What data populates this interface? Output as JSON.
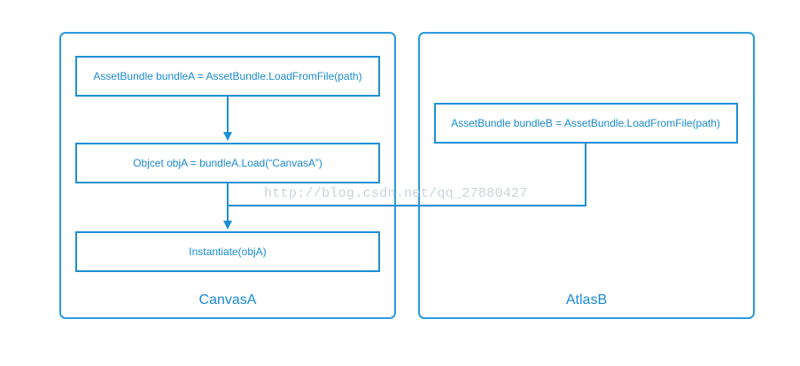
{
  "diagram": {
    "containers": [
      {
        "id": "canvas-a",
        "label": "CanvasA"
      },
      {
        "id": "atlas-b",
        "label": "AtlasB"
      }
    ],
    "nodes": [
      {
        "id": "load-bundle-a",
        "container": "canvas-a",
        "text": "AssetBundle bundleA = AssetBundle.LoadFromFile(path)"
      },
      {
        "id": "load-obj-a",
        "container": "canvas-a",
        "text": "Objcet objA = bundleA.Load(“CanvasA”)"
      },
      {
        "id": "instantiate",
        "container": "canvas-a",
        "text": "Instantiate(objA)"
      },
      {
        "id": "load-bundle-b",
        "container": "atlas-b",
        "text": "AssetBundle bundleB = AssetBundle.LoadFromFile(path)"
      }
    ],
    "edges": [
      {
        "from": "load-bundle-a",
        "to": "load-obj-a"
      },
      {
        "from": "load-obj-a",
        "to": "instantiate"
      },
      {
        "from": "load-bundle-b",
        "to": "instantiate"
      }
    ],
    "watermark": "http://blog.csdn.net/qq_27880427"
  },
  "colors": {
    "stroke": "#1e8fd6",
    "text": "#1a8ad4",
    "watermark": "#c9d3dc"
  }
}
